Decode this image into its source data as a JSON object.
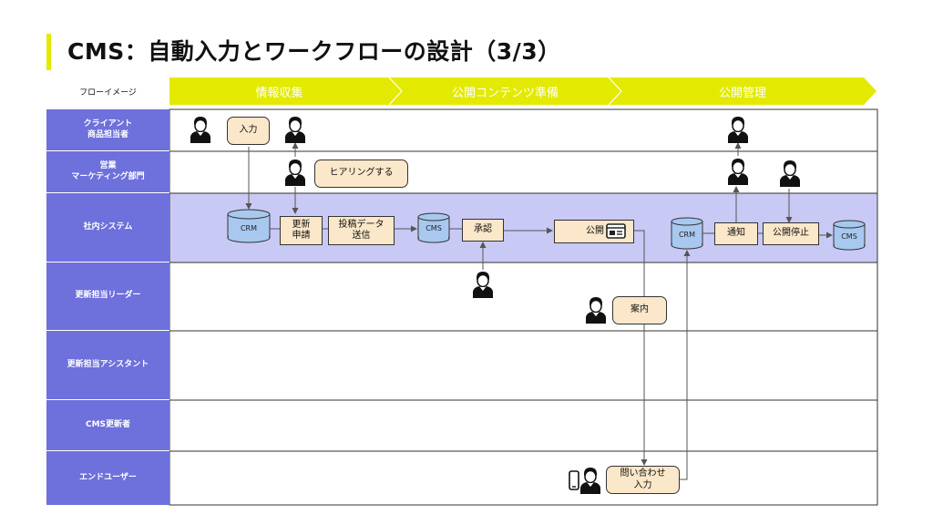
{
  "title": "CMS：自動入力とワークフローの設計（3/3）",
  "flow_image_label": "フローイメージ",
  "phases": [
    "情報収集",
    "公開コンテンツ準備",
    "公開管理"
  ],
  "lanes": [
    "クライアント\n商品担当者",
    "営業\nマーケティング部門",
    "社内システム",
    "更新担当リーダー",
    "更新担当アシスタント",
    "CMS更新者",
    "エンドユーザー"
  ],
  "boxes": {
    "input": "入力",
    "hearing": "ヒアリングする",
    "update_request": "更新\n申請",
    "submit_data": "投稿データ\n送信",
    "approve": "承認",
    "publish": "公開",
    "notify": "通知",
    "stop_publish": "公開停止",
    "guide": "案内",
    "inquiry": "問い合わせ\n入力"
  },
  "cylinders": {
    "crm1": "CRM",
    "cms1": "CMS",
    "crm2": "CRM",
    "cms2": "CMS"
  },
  "colors": {
    "accent": "#e3ea00",
    "lane_label": "#6e70dc",
    "system_lane": "#c9c9f5",
    "box_fill": "#fbe7c9",
    "cyl_fill": "#a8c8ef"
  },
  "icons": [
    "person-icon",
    "smartphone-icon",
    "browser-window-icon"
  ]
}
